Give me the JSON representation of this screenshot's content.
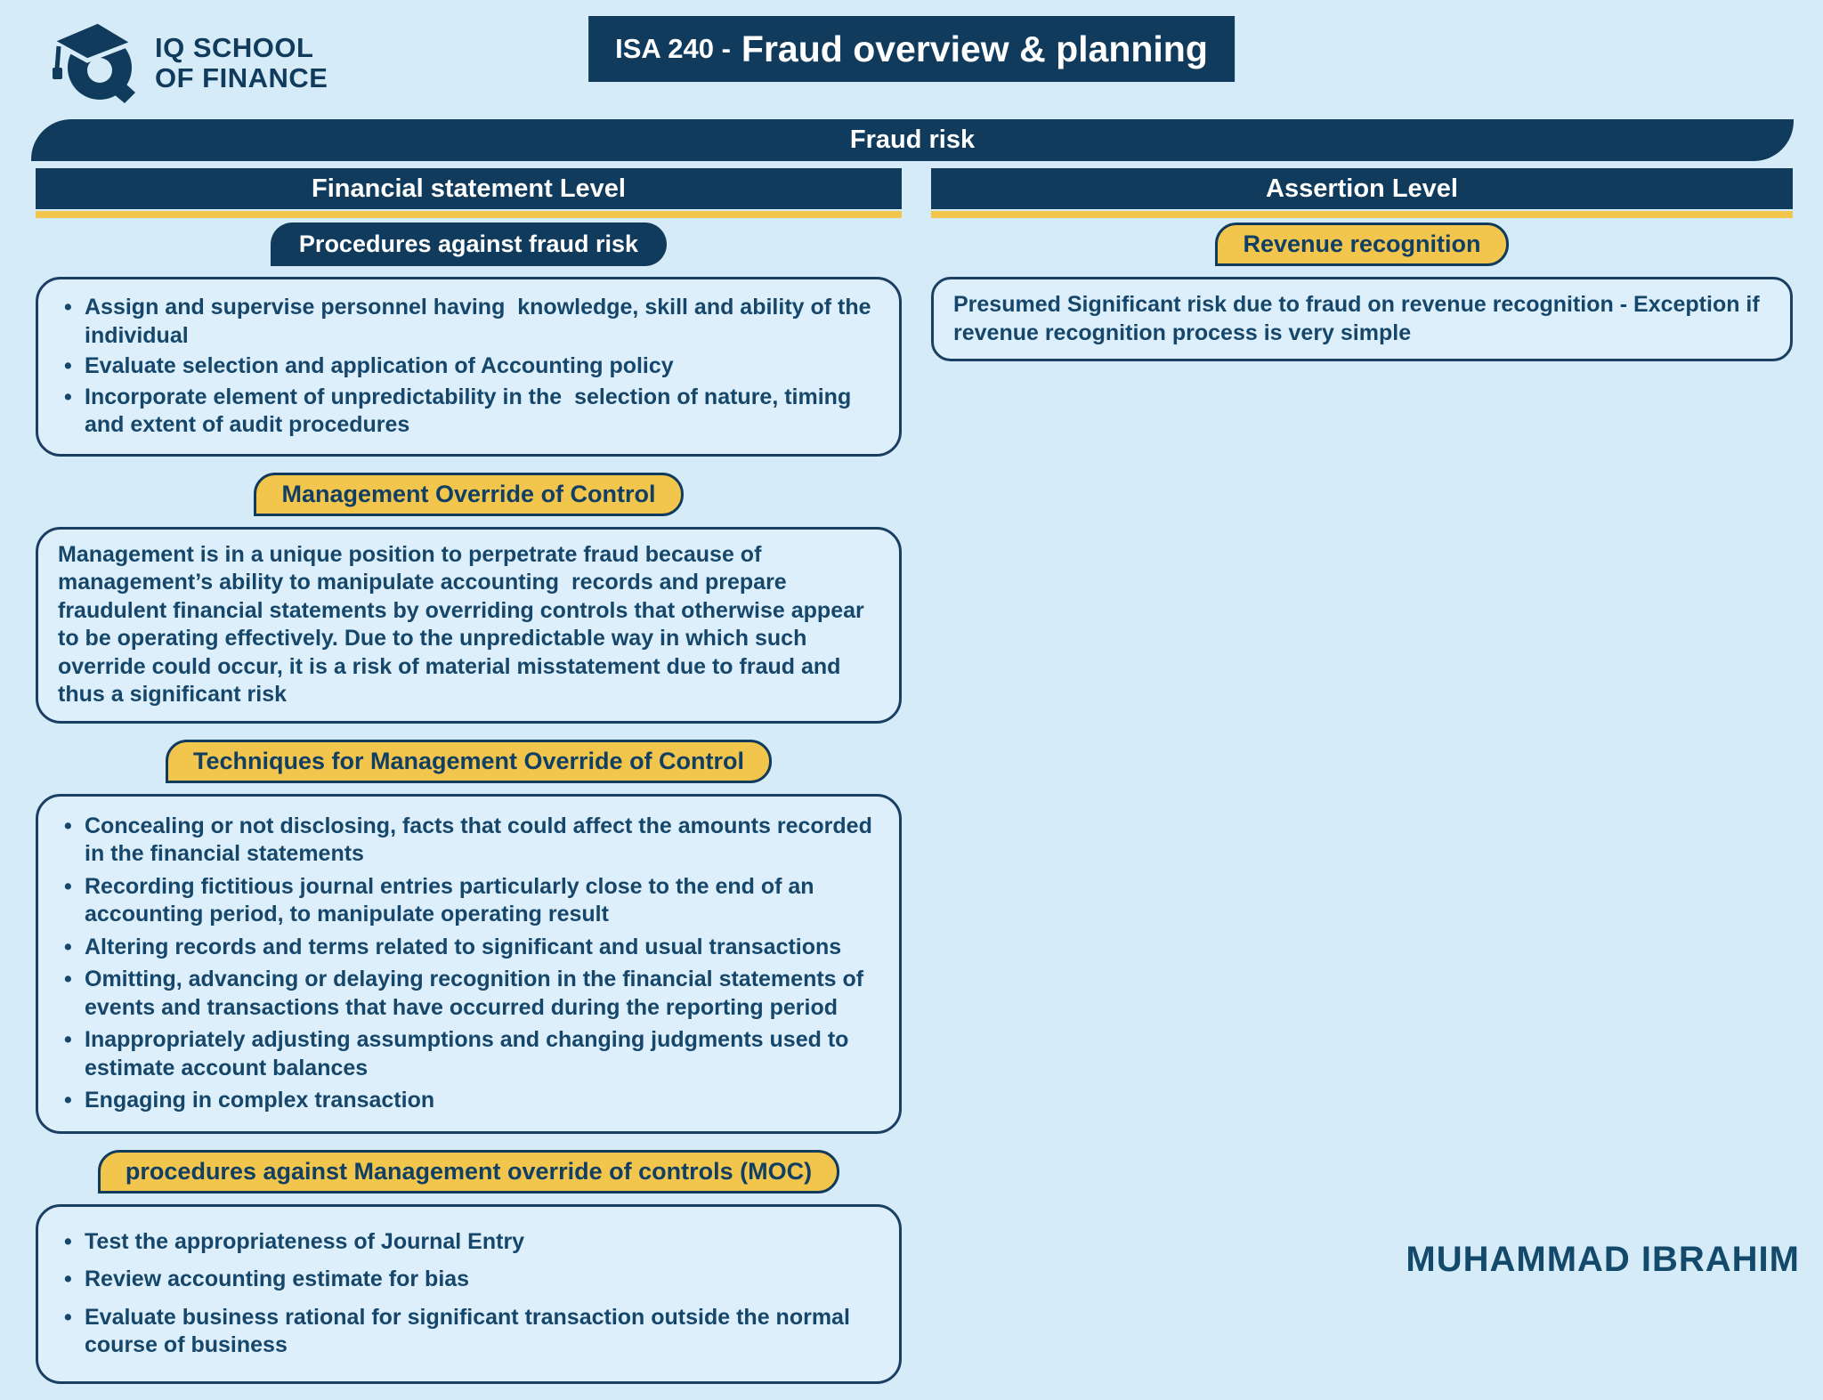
{
  "brand": {
    "line1": "IQ SCHOOL",
    "line2": "OF FINANCE"
  },
  "title": {
    "prefix": "ISA 240 -",
    "main": "Fraud overview & planning"
  },
  "banner": {
    "label": "Fraud risk"
  },
  "columns": {
    "left": {
      "header": "Financial statement Level",
      "sections": [
        {
          "label": "Procedures against fraud risk",
          "bullets": [
            "Assign and supervise personnel having  knowledge, skill and ability of the individual",
            "Evaluate selection and application of Accounting policy",
            "Incorporate element of unpredictability in the  selection of nature, timing and extent of audit procedures"
          ]
        },
        {
          "label": "Management Override of Control",
          "paragraph": "Management is in a unique position to perpetrate fraud because of management’s ability to manipulate accounting  records and prepare fraudulent financial statements by overriding controls that otherwise appear to be operating effectively. Due to the unpredictable way in which such override could occur, it is a risk of material misstatement due to fraud and thus a significant risk"
        },
        {
          "label": "Techniques for Management Override of Control",
          "bullets": [
            "Concealing or not disclosing, facts that could affect the amounts recorded in the financial statements",
            "Recording fictitious journal entries particularly close to the end of an accounting period, to manipulate operating result",
            "Altering records and terms related to significant and usual transactions",
            "Omitting, advancing or delaying recognition in the financial statements of events and transactions that have occurred during the reporting period",
            "Inappropriately adjusting assumptions and changing judgments used to estimate account balances",
            "Engaging in complex transaction"
          ]
        },
        {
          "label": "procedures against Management override of controls (MOC)",
          "bullets": [
            "Test the appropriateness of Journal Entry",
            "Review accounting estimate for bias",
            "Evaluate business rational for significant transaction outside the normal course of business"
          ]
        }
      ]
    },
    "right": {
      "header": "Assertion Level",
      "sections": [
        {
          "label": "Revenue recognition",
          "paragraph": "Presumed Significant risk due to fraud on revenue recognition - Exception if revenue recognition process is very simple"
        }
      ]
    }
  },
  "footer": {
    "author": "MUHAMMAD IBRAHIM"
  },
  "colors": {
    "navy": "#113B5C",
    "yellow": "#F2C54C",
    "background": "#D5EBF7",
    "box_fill": "#DCEFFA",
    "text_navy": "#16476B"
  }
}
